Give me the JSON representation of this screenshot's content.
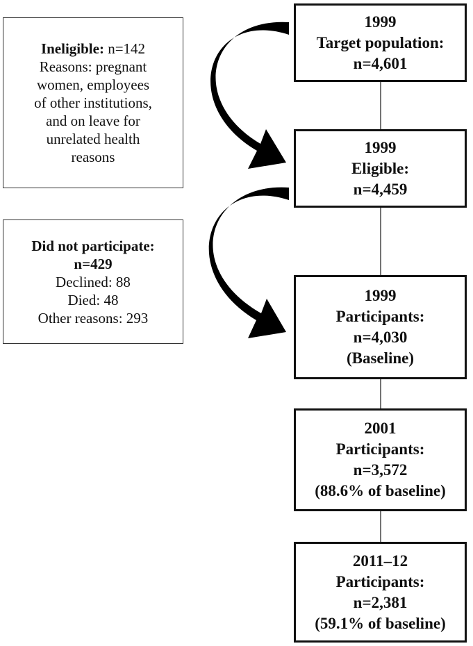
{
  "stages": [
    {
      "year": "1999",
      "label": "Target population:",
      "count": "n=4,601",
      "note": ""
    },
    {
      "year": "1999",
      "label": "Eligible:",
      "count": "n=4,459",
      "note": ""
    },
    {
      "year": "1999",
      "label": "Participants:",
      "count": "n=4,030",
      "note": "(Baseline)"
    },
    {
      "year": "2001",
      "label": "Participants:",
      "count": "n=3,572",
      "note": "(88.6% of baseline)"
    },
    {
      "year": "2011–12",
      "label": "Participants:",
      "count": "n=2,381",
      "note": "(59.1% of baseline)"
    }
  ],
  "ineligible": {
    "title": "Ineligible:",
    "count": "n=142",
    "lines": [
      "Reasons: pregnant",
      "women, employees",
      "of other institutions,",
      "and on leave for",
      "unrelated health",
      "reasons"
    ]
  },
  "nonparticipation": {
    "title": "Did not participate:",
    "count": "n=429",
    "lines": [
      "Declined: 88",
      "Died: 48",
      "Other reasons: 293"
    ]
  }
}
